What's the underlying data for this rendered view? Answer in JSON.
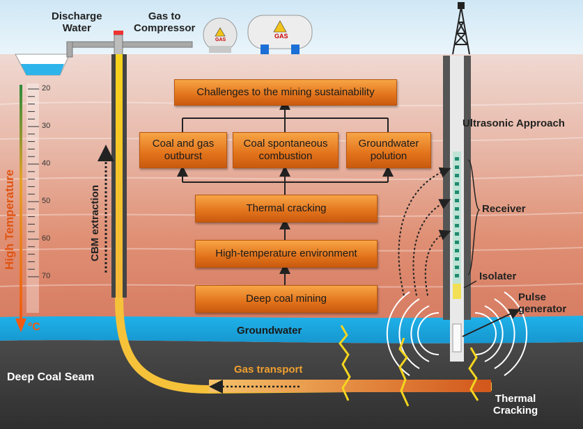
{
  "labels": {
    "discharge": "Discharge\nWater",
    "gas_to_compressor": "Gas to\nCompressor",
    "ultrasonic": "Ultrasonic Approach",
    "receiver": "Receiver",
    "isolater": "Isolater",
    "pulse_generator": "Pulse\ngenerator",
    "groundwater": "Groundwater",
    "deep_coal_seam": "Deep Coal Seam",
    "gas_transport": "Gas transport",
    "thermal_cracking": "Thermal\nCracking",
    "cbm_extraction": "CBM extraction",
    "high_temperature": "High Temperature",
    "celsius": "°C",
    "gas_tank": "GAS"
  },
  "flow": {
    "top": "Challenges to the mining sustainability",
    "outburst": "Coal and gas\noutburst",
    "combustion": "Coal spontaneous\ncombustion",
    "groundwater_pollution": "Groundwater\npolution",
    "thermal_cracking": "Thermal cracking",
    "high_temp_env": "High-temperature environment",
    "deep_mining": "Deep coal mining"
  },
  "temperature_scale": [
    "20",
    "30",
    "40",
    "50",
    "60",
    "70"
  ],
  "colors": {
    "box_orange": "#e87b22",
    "groundwater_blue": "#1ea8df",
    "coal_dark": "#3b3b3b",
    "pipe_yellow": "#f2c31a",
    "gas_arrow": "#d96a1a"
  }
}
